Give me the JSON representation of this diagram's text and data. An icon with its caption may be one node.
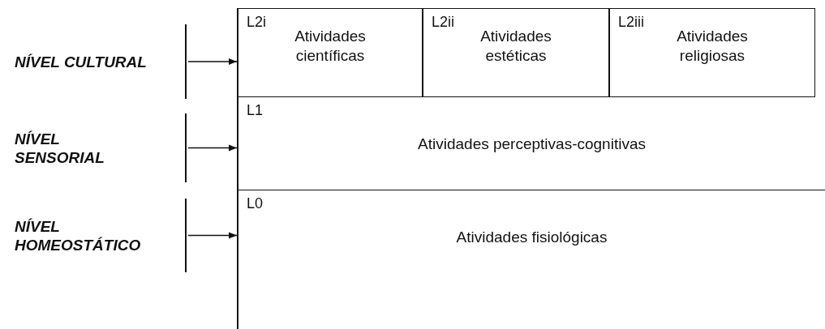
{
  "diagram": {
    "nodes": [
      {
        "text": [
          "NÍVEL CULTURAL"
        ]
      },
      {
        "text": [
          "L2i",
          "Atividades científicas"
        ]
      },
      {
        "text": [
          "L2ii",
          "Atividades estéticas"
        ]
      },
      {
        "text": [
          "L2iii",
          "Atividades religiosas"
        ]
      },
      {
        "text": [
          "NÍVEL SENSORIAL"
        ]
      },
      {
        "text": [
          "L1",
          "Atividades perceptivas-cognitivas"
        ]
      },
      {
        "text": [
          "NÍVEL HOMEOSTÁTICO"
        ]
      },
      {
        "text": [
          "L0",
          "Atividades fisiológicas"
        ]
      }
    ],
    "edges": [
      {
        "from": 0,
        "to": 1,
        "arrow": "to"
      },
      {
        "from": 4,
        "to": 5,
        "arrow": "to"
      },
      {
        "from": 6,
        "to": 7,
        "arrow": "to"
      }
    ]
  }
}
